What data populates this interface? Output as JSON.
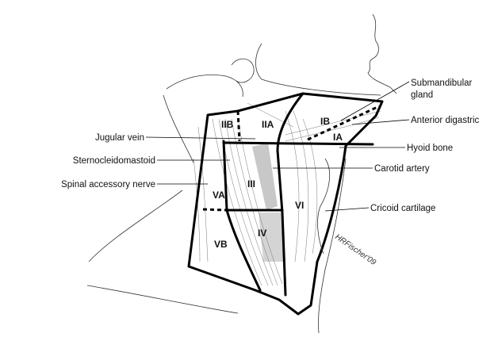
{
  "labels": {
    "submandibular_gland": "Submandibular\ngland",
    "anterior_digastric": "Anterior digastric",
    "hyoid_bone": "Hyoid bone",
    "carotid_artery": "Carotid artery",
    "cricoid_cartilage": "Cricoid cartilage",
    "jugular_vein": "Jugular vein",
    "sternocleidomastoid": "Sternocleidomastoid",
    "spinal_accessory_nerve": "Spinal accessory nerve"
  },
  "zones": {
    "IA": "IA",
    "IB": "IB",
    "IIA": "IIA",
    "IIB": "IIB",
    "III": "III",
    "IV": "IV",
    "VA": "VA",
    "VB": "VB",
    "VI": "VI"
  },
  "signature": "HRFischer'09",
  "colors": {
    "boundary": "#000000",
    "muscle_shade": "#9a9a9a",
    "line": "#333333"
  }
}
